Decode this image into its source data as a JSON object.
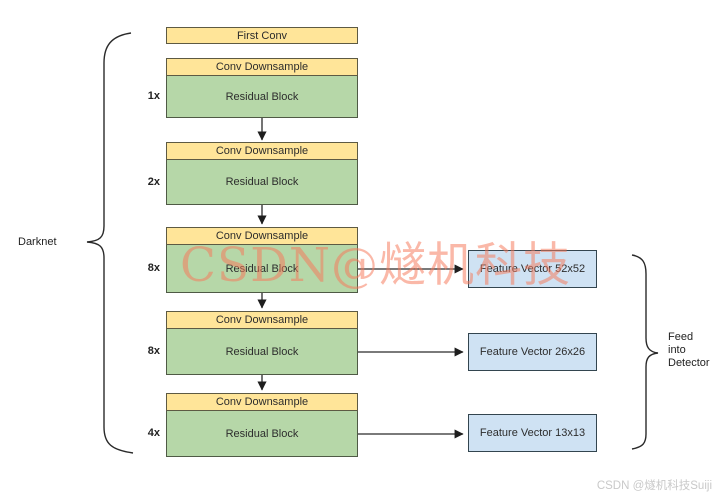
{
  "diagram": {
    "first_conv_label": "First Conv",
    "stages": [
      {
        "multiplier": "1x",
        "header": "Conv Downsample",
        "body": "Residual Block"
      },
      {
        "multiplier": "2x",
        "header": "Conv Downsample",
        "body": "Residual Block"
      },
      {
        "multiplier": "8x",
        "header": "Conv Downsample",
        "body": "Residual Block"
      },
      {
        "multiplier": "8x",
        "header": "Conv Downsample",
        "body": "Residual Block"
      },
      {
        "multiplier": "4x",
        "header": "Conv Downsample",
        "body": "Residual Block"
      }
    ],
    "feature_vectors": [
      {
        "label": "Feature Vector 52x52"
      },
      {
        "label": "Feature Vector 26x26"
      },
      {
        "label": "Feature Vector 13x13"
      }
    ],
    "left_group_label": "Darknet",
    "right_group_label_lines": [
      "Feed",
      "into",
      "Detector"
    ]
  },
  "watermarks": {
    "center": "CSDN@燧机科技",
    "corner": "CSDN @燧机科技Suiji"
  },
  "colors": {
    "box_yellow": "#FFE599",
    "box_green": "#B6D7A8",
    "box_blue": "#CFE2F3",
    "watermark": "#F7795A"
  }
}
